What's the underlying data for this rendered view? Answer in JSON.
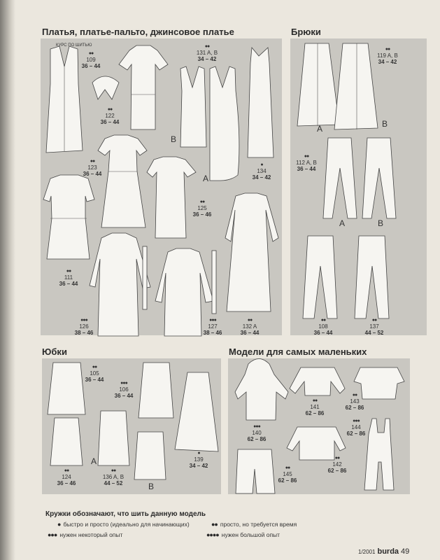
{
  "sections": {
    "dresses": {
      "title": "Платья, платье-пальто, джинсовое платье",
      "course": "КУРС ПО ШИТЬЮ",
      "models": [
        {
          "dots": "●●",
          "num": "109",
          "sizes": "36 – 44"
        },
        {
          "dots": "●●",
          "num": "122",
          "sizes": "36 – 44"
        },
        {
          "dots": "●●",
          "num": "131 A, B",
          "sizes": "34 – 42"
        },
        {
          "dots": "●",
          "num": "134",
          "sizes": "34 – 42"
        },
        {
          "dots": "●●",
          "num": "123",
          "sizes": "36 – 44"
        },
        {
          "dots": "●●",
          "num": "125",
          "sizes": "36 – 46"
        },
        {
          "dots": "●●",
          "num": "111",
          "sizes": "36 – 44"
        },
        {
          "dots": "●●●",
          "num": "126",
          "sizes": "38 – 46"
        },
        {
          "dots": "●●●",
          "num": "127",
          "sizes": "38 – 46"
        },
        {
          "dots": "●●",
          "num": "132 A",
          "sizes": "36 – 44"
        }
      ],
      "letters": [
        "B",
        "A"
      ]
    },
    "trousers": {
      "title": "Брюки",
      "models": [
        {
          "dots": "●●",
          "num": "119 A, B",
          "sizes": "34 – 42"
        },
        {
          "dots": "●●",
          "num": "112 A, B",
          "sizes": "36 – 44"
        },
        {
          "dots": "●●",
          "num": "108",
          "sizes": "36 – 44"
        },
        {
          "dots": "●●",
          "num": "137",
          "sizes": "44 – 52"
        }
      ],
      "letters": [
        "A",
        "B",
        "A",
        "B"
      ]
    },
    "skirts": {
      "title": "Юбки",
      "models": [
        {
          "dots": "●●",
          "num": "105",
          "sizes": "36 – 44"
        },
        {
          "dots": "●●●",
          "num": "106",
          "sizes": "36 – 44"
        },
        {
          "dots": "●●",
          "num": "124",
          "sizes": "36 – 46"
        },
        {
          "dots": "●●",
          "num": "136 A, B",
          "sizes": "44 – 52"
        },
        {
          "dots": "●",
          "num": "139",
          "sizes": "34 – 42"
        }
      ],
      "letters": [
        "A",
        "B"
      ]
    },
    "kids": {
      "title": "Модели для самых маленьких",
      "models": [
        {
          "dots": "●●●",
          "num": "140",
          "sizes": "62 – 86"
        },
        {
          "dots": "●●",
          "num": "141",
          "sizes": "62 – 86"
        },
        {
          "dots": "●●",
          "num": "143",
          "sizes": "62 – 86"
        },
        {
          "dots": "●●●",
          "num": "144",
          "sizes": "62 – 86"
        },
        {
          "dots": "●●",
          "num": "142",
          "sizes": "62 – 86"
        },
        {
          "dots": "●●",
          "num": "145",
          "sizes": "62 – 86"
        }
      ]
    }
  },
  "legend": {
    "title": "Кружки обозначают, что шить данную модель",
    "items": [
      {
        "dots": "●",
        "text": "быстро и просто (идеально для начинающих)"
      },
      {
        "dots": "●●",
        "text": "просто, но требуется время"
      },
      {
        "dots": "●●●",
        "text": "нужен некоторый опыт"
      },
      {
        "dots": "●●●●",
        "text": "нужен большой опыт"
      }
    ]
  },
  "footer": {
    "issue": "1/2001",
    "brand": "burda",
    "page": "49"
  }
}
